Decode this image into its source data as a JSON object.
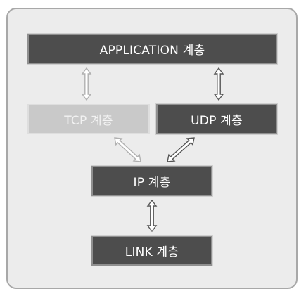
{
  "layers": {
    "application": "APPLICATION 계층",
    "tcp": "TCP 계층",
    "udp": "UDP 계층",
    "ip": "IP 계층",
    "link": "LINK 계층"
  },
  "colors": {
    "dark_box": "#4d4d4d",
    "light_box": "#c9c9c9",
    "background": "#ececec",
    "dark_arrow": "#555555",
    "light_arrow": "#b0b0b0"
  },
  "arrows": [
    {
      "from": "application",
      "to": "tcp",
      "style": "light",
      "direction": "bidirectional"
    },
    {
      "from": "application",
      "to": "udp",
      "style": "dark",
      "direction": "bidirectional"
    },
    {
      "from": "tcp",
      "to": "ip",
      "style": "light",
      "direction": "bidirectional"
    },
    {
      "from": "udp",
      "to": "ip",
      "style": "dark",
      "direction": "bidirectional"
    },
    {
      "from": "ip",
      "to": "link",
      "style": "dark",
      "direction": "bidirectional"
    }
  ]
}
